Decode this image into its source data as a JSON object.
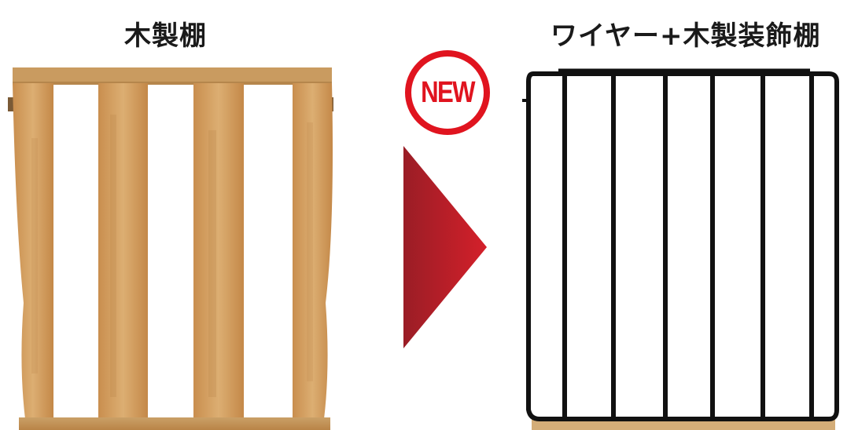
{
  "labels": {
    "left": "木製棚",
    "right": "ワイヤー+木製装飾棚"
  },
  "badge": {
    "text": "NEW"
  },
  "colors": {
    "badge_red": "#e0141f",
    "arrow_red_dark": "#9a1d26",
    "arrow_red_light": "#c8202a",
    "wood_light": "#d9a86a",
    "wood_dark": "#b57a3f",
    "wire_black": "#111111"
  },
  "icons": {
    "arrow": "right-triangle-arrow"
  }
}
